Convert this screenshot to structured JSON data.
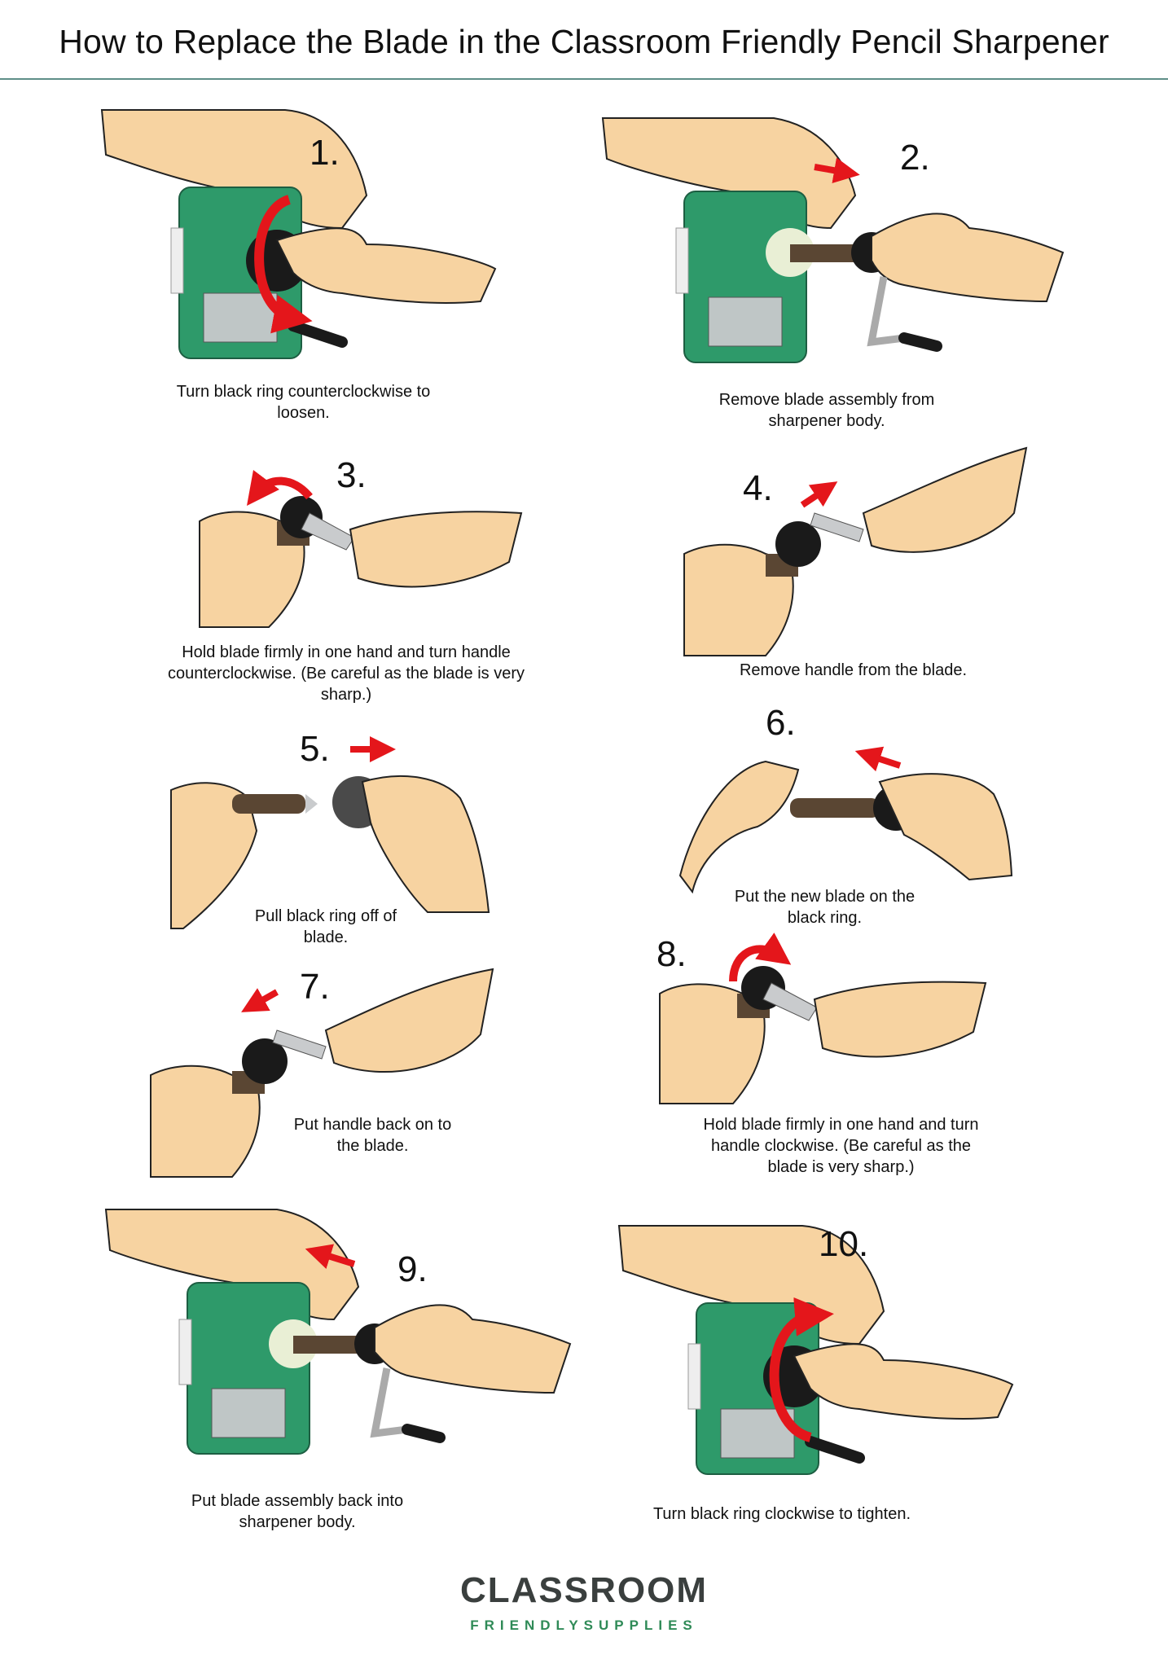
{
  "title": "How to Replace the Blade in the Classroom Friendly Pencil Sharpener",
  "steps": [
    {
      "number": "1.",
      "caption": "Turn black ring counterclockwise to loosen."
    },
    {
      "number": "2.",
      "caption": "Remove blade assembly from sharpener body."
    },
    {
      "number": "3.",
      "caption": "Hold blade firmly in one hand and turn handle counterclockwise. (Be careful as the blade is very sharp.)"
    },
    {
      "number": "4.",
      "caption": "Remove handle from the blade."
    },
    {
      "number": "5.",
      "caption": "Pull black ring off of blade."
    },
    {
      "number": "6.",
      "caption": "Put the new blade on the black ring."
    },
    {
      "number": "7.",
      "caption": "Put handle back on to the blade."
    },
    {
      "number": "8.",
      "caption": "Hold blade firmly in one hand and turn handle clockwise. (Be careful as the blade is very sharp.)"
    },
    {
      "number": "9.",
      "caption": "Put blade assembly back into sharpener body."
    },
    {
      "number": "10.",
      "caption": "Turn black ring clockwise to tighten."
    }
  ],
  "logo": {
    "brand": "CLASSROOM",
    "tagline": "FRIENDLYSUPPLIES"
  },
  "colors": {
    "skin": "#f7d3a1",
    "sharpener": "#2e9a6a",
    "arrow": "#e4161b",
    "rule": "#5f8f88",
    "logo_green": "#2f8a57"
  }
}
